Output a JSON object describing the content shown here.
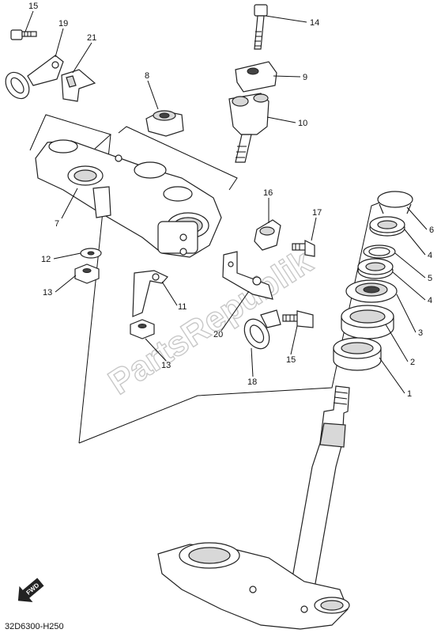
{
  "callouts": [
    {
      "id": "c15a",
      "label": "15"
    },
    {
      "id": "c19",
      "label": "19"
    },
    {
      "id": "c21",
      "label": "21"
    },
    {
      "id": "c14",
      "label": "14"
    },
    {
      "id": "c9",
      "label": "9"
    },
    {
      "id": "c8",
      "label": "8"
    },
    {
      "id": "c10",
      "label": "10"
    },
    {
      "id": "c7",
      "label": "7"
    },
    {
      "id": "c16",
      "label": "16"
    },
    {
      "id": "c17",
      "label": "17"
    },
    {
      "id": "c6",
      "label": "6"
    },
    {
      "id": "c12",
      "label": "12"
    },
    {
      "id": "c4a",
      "label": "4"
    },
    {
      "id": "c5",
      "label": "5"
    },
    {
      "id": "c13a",
      "label": "13"
    },
    {
      "id": "c4b",
      "label": "4"
    },
    {
      "id": "c11",
      "label": "11"
    },
    {
      "id": "c3",
      "label": "3"
    },
    {
      "id": "c20",
      "label": "20"
    },
    {
      "id": "c15b",
      "label": "15"
    },
    {
      "id": "c13b",
      "label": "13"
    },
    {
      "id": "c2",
      "label": "2"
    },
    {
      "id": "c18",
      "label": "18"
    },
    {
      "id": "c1",
      "label": "1"
    }
  ],
  "watermark": "PartsRepublik",
  "fwd_badge": "FWD",
  "diagram_code": "32D6300-H250"
}
